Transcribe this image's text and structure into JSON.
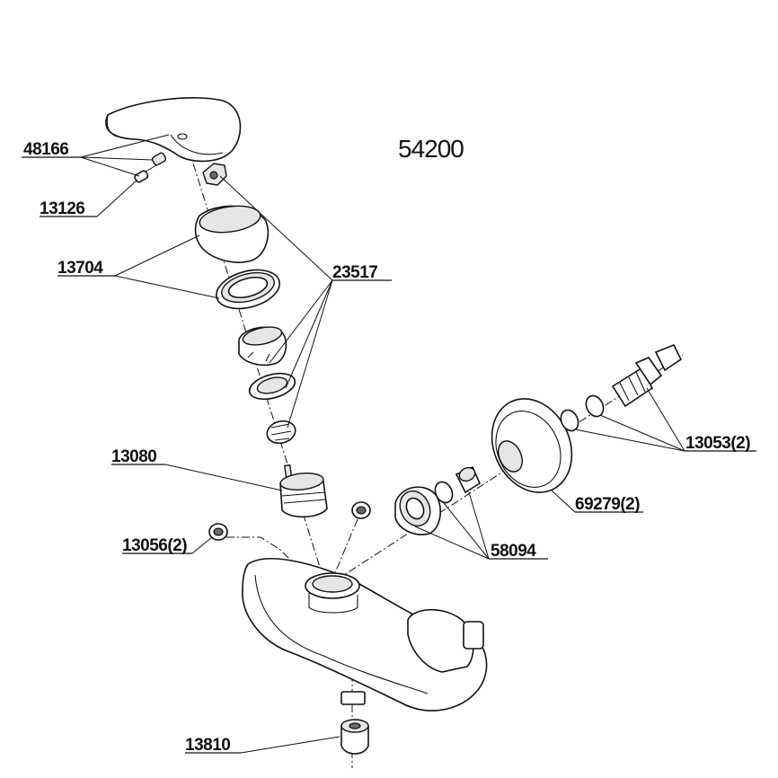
{
  "model_number": "54200",
  "part_labels": [
    {
      "id": "48166",
      "text": "48166"
    },
    {
      "id": "13126",
      "text": "13126"
    },
    {
      "id": "13704",
      "text": "13704"
    },
    {
      "id": "23517",
      "text": "23517"
    },
    {
      "id": "13080",
      "text": "13080"
    },
    {
      "id": "13056",
      "text": "13056(2)"
    },
    {
      "id": "13810",
      "text": "13810"
    },
    {
      "id": "58094",
      "text": "58094"
    },
    {
      "id": "69279",
      "text": "69279(2)"
    },
    {
      "id": "13053",
      "text": "13053(2)"
    }
  ]
}
